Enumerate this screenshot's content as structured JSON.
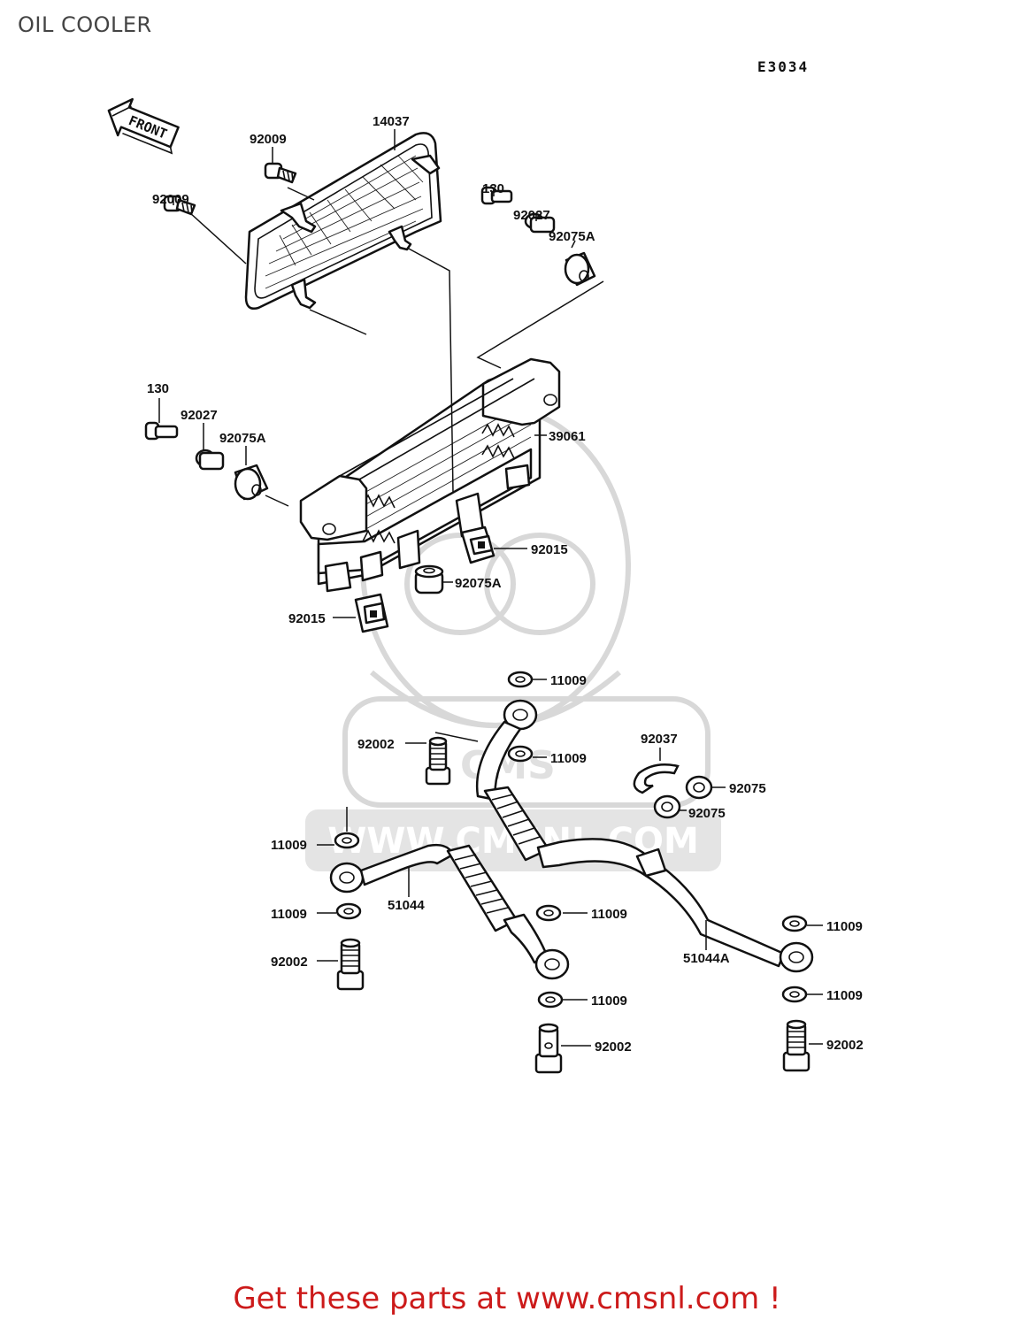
{
  "page": {
    "title": "OIL COOLER",
    "diagram_code": "E3034",
    "footer_text": "Get these parts at www.cmsnl.com !",
    "watermark_text": "WWW.CMSNL.COM",
    "watermark_logo": "CMS"
  },
  "front_badge": "FRONT",
  "colors": {
    "ink": "#111111",
    "footer_red": "#cc1a1a",
    "watermark_grey": "#e0e0e0"
  },
  "labels": {
    "p14037": "14037",
    "p92009_a": "92009",
    "p92009_b": "92009",
    "p130_a": "130",
    "p92027_a": "92027",
    "p92075A_a": "92075A",
    "p130_b": "130",
    "p92027_b": "92027",
    "p92075A_b": "92075A",
    "p39061": "39061",
    "p92015_a": "92015",
    "p92075A_c": "92075A",
    "p92015_b": "92015",
    "p11009_a": "11009",
    "p92002_a": "92002",
    "p11009_b": "11009",
    "p92037": "92037",
    "p92075_a": "92075",
    "p92075_b": "92075",
    "p11009_c": "11009",
    "p51044": "51044",
    "p11009_d": "11009",
    "p92002_b": "92002",
    "p11009_e": "11009",
    "p11009_f": "11009",
    "p51044A": "51044A",
    "p11009_g": "11009",
    "p11009_h": "11009",
    "p92002_c": "92002",
    "p92002_d": "92002"
  }
}
